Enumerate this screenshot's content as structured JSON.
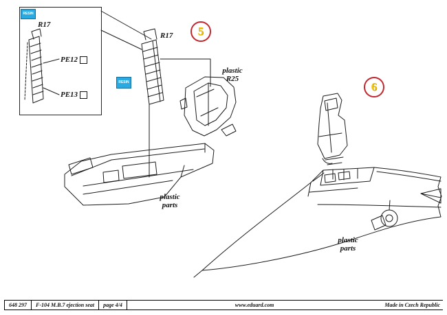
{
  "colors": {
    "ink": "#1a1a1a",
    "resin_tag_bg": "#29abe2",
    "step_ring": "#c1272d",
    "step_number": "#f2c200"
  },
  "tags": {
    "resin_label": "RESIN"
  },
  "inset": {
    "r17": "R17",
    "pe12": "PE12",
    "pe13": "PE13"
  },
  "steps": {
    "five": "5",
    "six": "6"
  },
  "labels": {
    "r17": "R17",
    "r25_line1": "plastic",
    "r25_line2": "R25",
    "plastic_left_line1": "plastic",
    "plastic_left_line2": "parts",
    "plastic_right_line1": "plastic",
    "plastic_right_line2": "parts"
  },
  "footer": {
    "kit_number": "648 297",
    "kit_title": "F-104 M.B.7 ejection seat",
    "page": "page 4/4",
    "website": "www.eduard.com",
    "origin": "Made in Czech Republic"
  }
}
